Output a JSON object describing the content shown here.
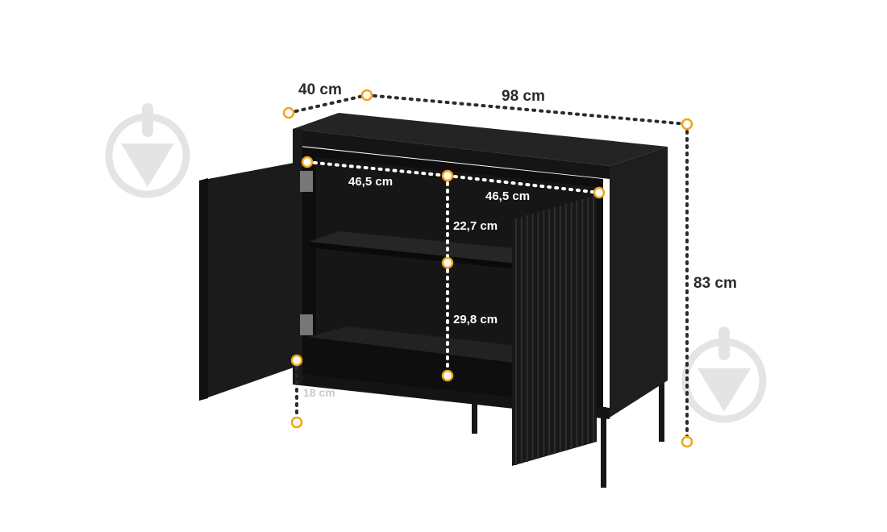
{
  "dimensions": {
    "depth": "40 cm",
    "width": "98 cm",
    "height": "83 cm",
    "compartment_left_width": "46,5 cm",
    "compartment_right_width": "46,5 cm",
    "upper_shelf_height": "22,7 cm",
    "lower_shelf_height": "29,8 cm",
    "leg_height": "18 cm"
  },
  "colors": {
    "marker": "#f2a31b",
    "cabinet": "#161616",
    "watermark": "#e2e2e2"
  },
  "icons": [
    "watermark-logo-icon",
    "watermark-logo-icon"
  ]
}
